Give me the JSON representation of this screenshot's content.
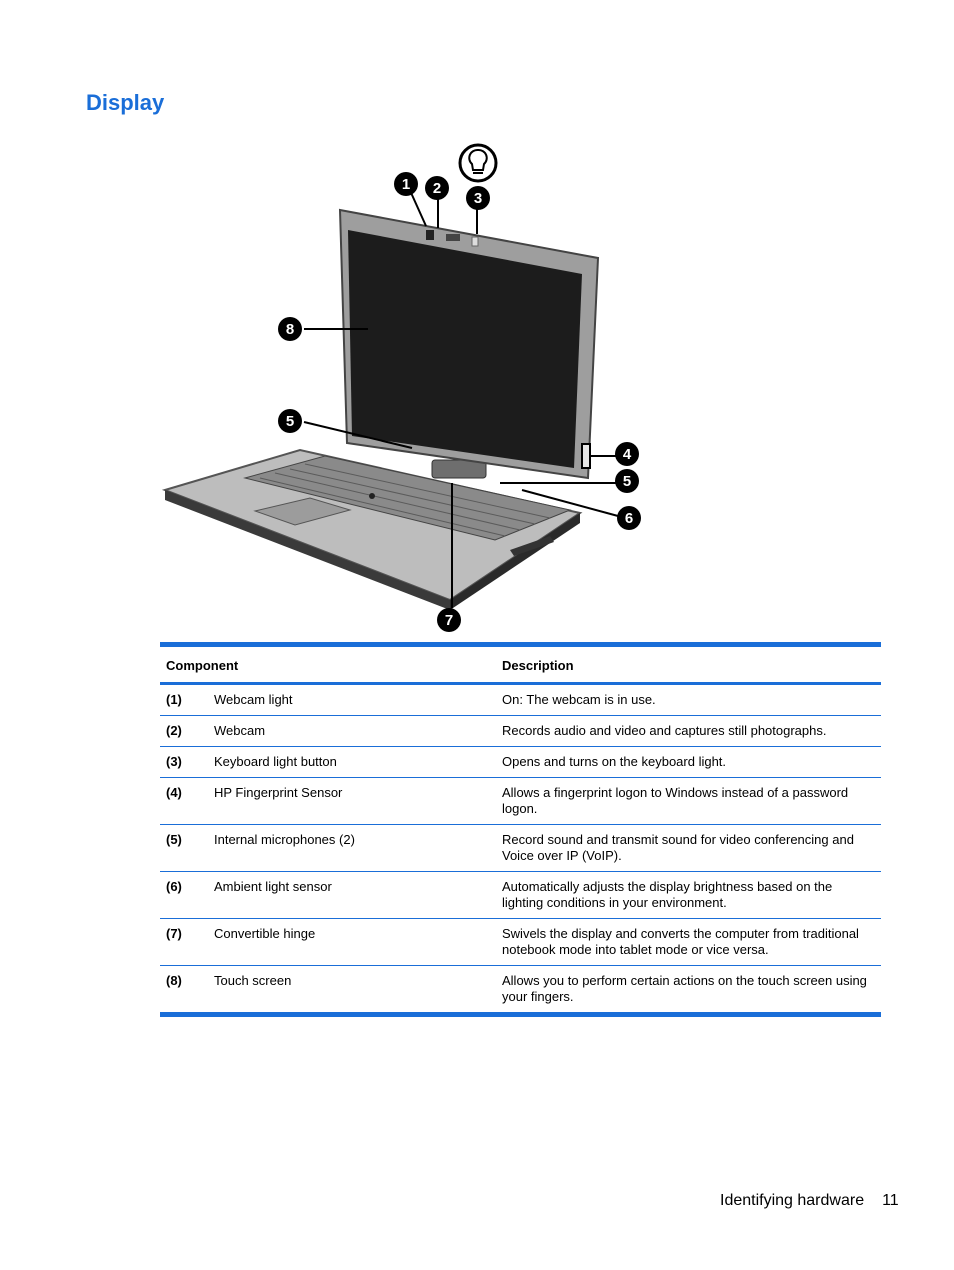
{
  "page": {
    "title": "Display",
    "footer_section": "Identifying hardware",
    "footer_page": "11"
  },
  "figure": {
    "callouts": [
      "1",
      "2",
      "3",
      "4",
      "5",
      "5",
      "6",
      "7",
      "8"
    ],
    "callout_color": "#000000",
    "icon": "lightbulb-icon"
  },
  "table": {
    "headers": {
      "component": "Component",
      "description": "Description"
    },
    "rows": [
      {
        "num": "(1)",
        "component": "Webcam light",
        "description": "On: The webcam is in use."
      },
      {
        "num": "(2)",
        "component": "Webcam",
        "description": "Records audio and video and captures still photographs."
      },
      {
        "num": "(3)",
        "component": "Keyboard light button",
        "description": "Opens and turns on the keyboard light."
      },
      {
        "num": "(4)",
        "component": "HP Fingerprint Sensor",
        "description": "Allows a fingerprint logon to Windows instead of a password logon."
      },
      {
        "num": "(5)",
        "component": "Internal microphones (2)",
        "description": "Record sound and transmit sound for video conferencing and Voice over IP (VoIP)."
      },
      {
        "num": "(6)",
        "component": "Ambient light sensor",
        "description": "Automatically adjusts the display brightness based on the lighting conditions in your environment."
      },
      {
        "num": "(7)",
        "component": "Convertible hinge",
        "description": "Swivels the display and converts the computer from traditional notebook mode into tablet mode or vice versa."
      },
      {
        "num": "(8)",
        "component": "Touch screen",
        "description": "Allows you to perform certain actions on the touch screen using your fingers."
      }
    ]
  },
  "colors": {
    "accent": "#1a6ed8"
  }
}
